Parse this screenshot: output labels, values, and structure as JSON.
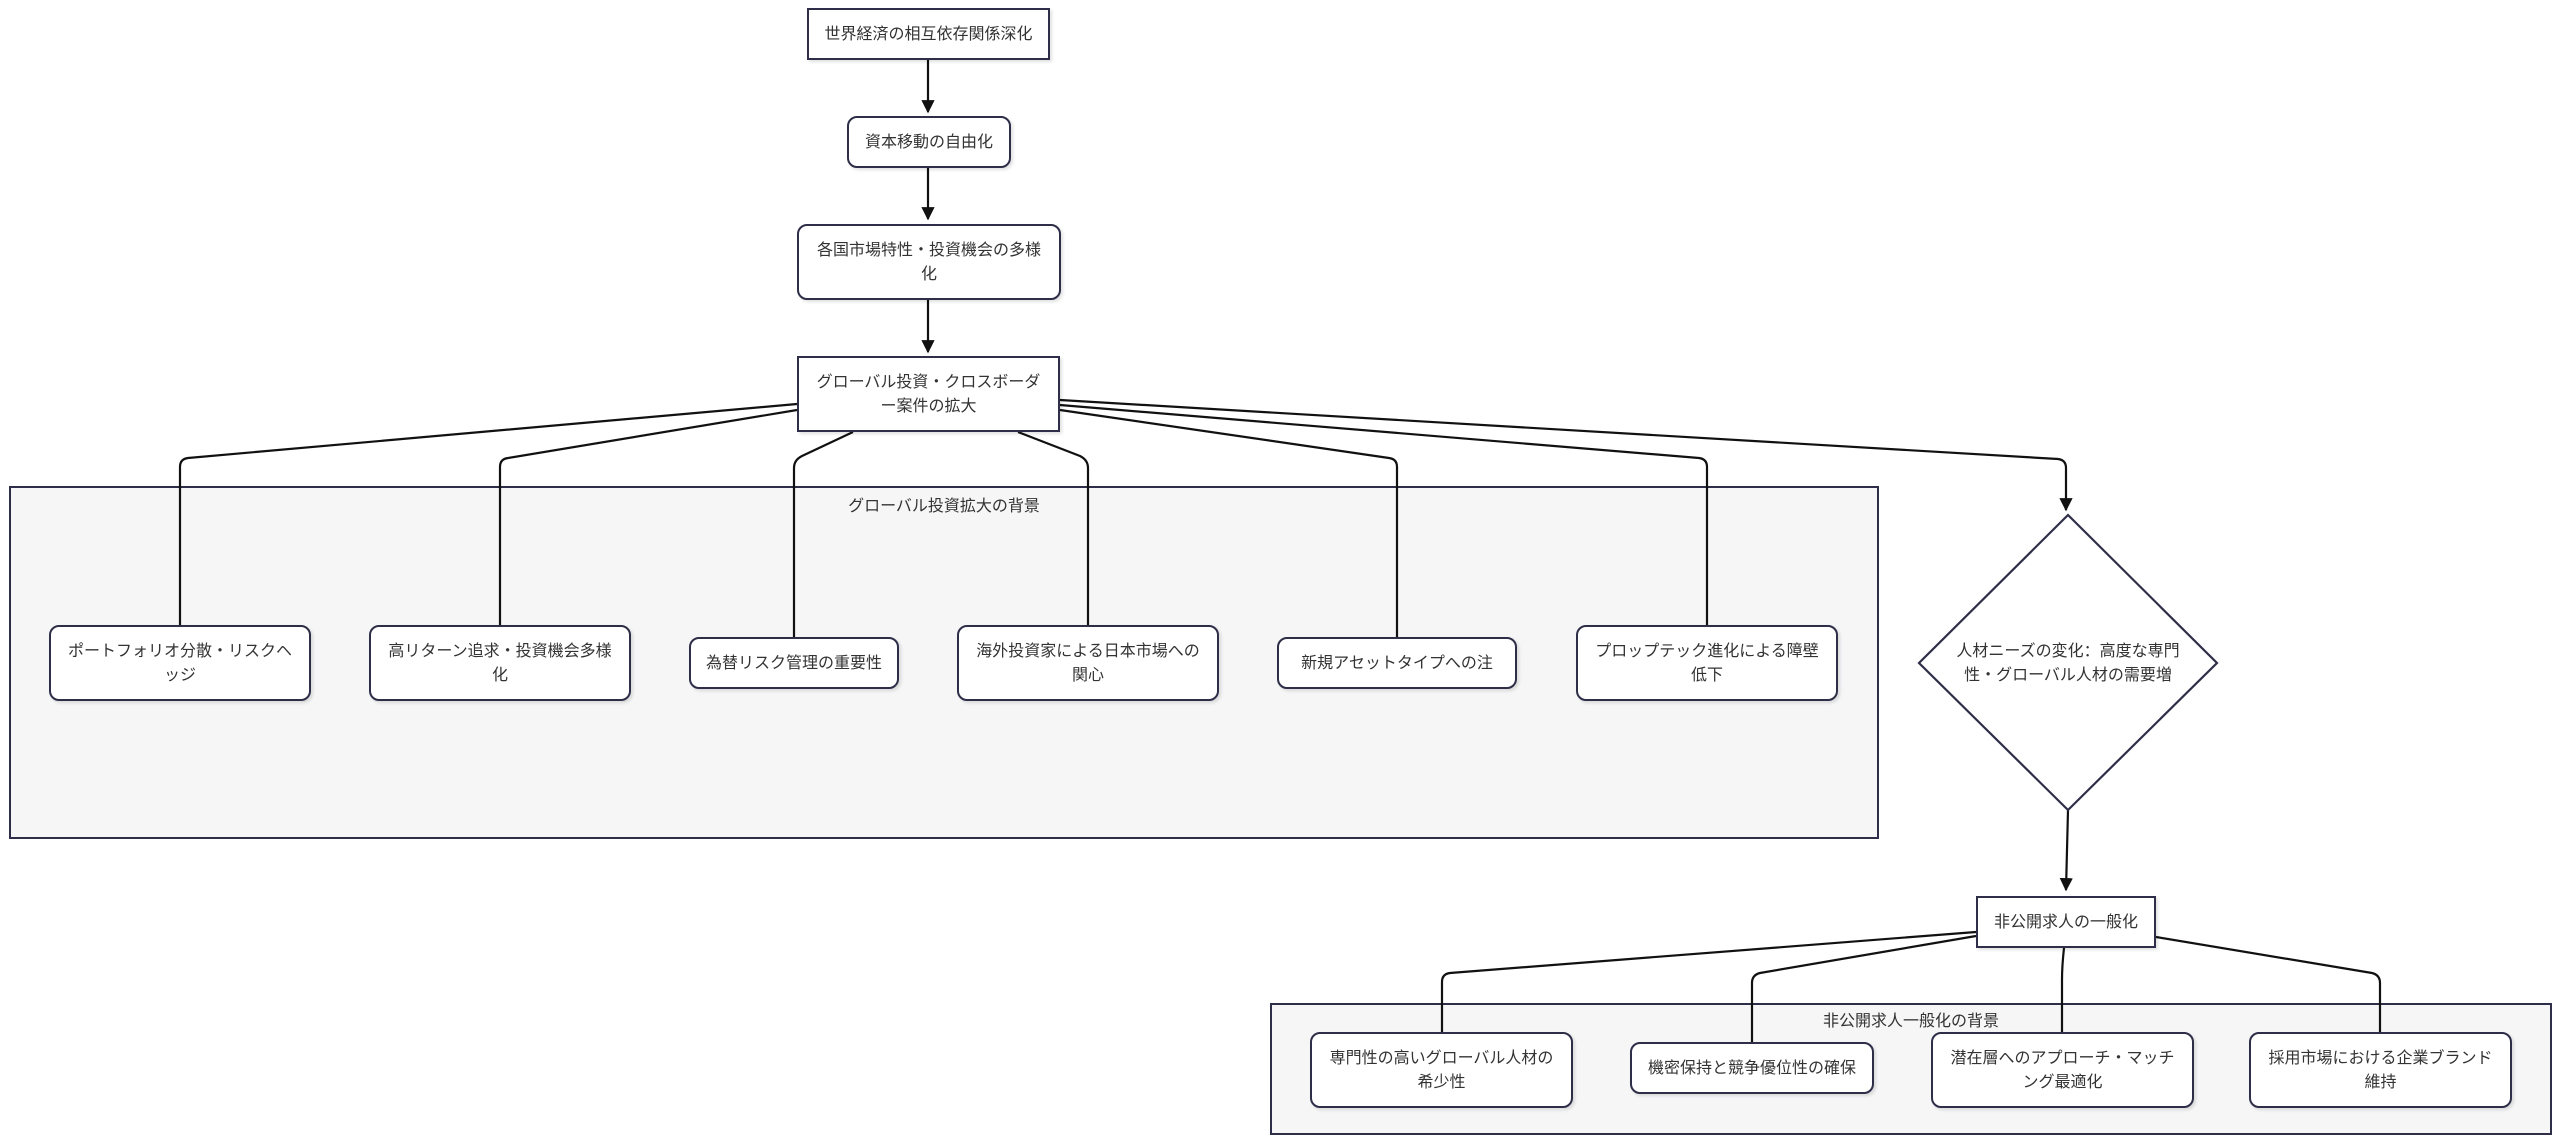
{
  "clusters": {
    "global": {
      "label": "グローバル投資拡大の背景"
    },
    "private": {
      "label": "非公開求人一般化の背景"
    }
  },
  "nodes": {
    "n1": "世界経済の相互依存関係深化",
    "n2": "資本移動の自由化",
    "n3": "各国市場特性・投資機会の多様化",
    "n4": "グローバル投資・クロスボーダー案件の拡大",
    "g1": "ポートフォリオ分散・リスクヘッジ",
    "g2": "高リターン追求・投資機会多様化",
    "g3": "為替リスク管理の重要性",
    "g4": "海外投資家による日本市場への関心",
    "g5": "新規アセットタイプへの注",
    "g6": "プロップテック進化による障壁低下",
    "d1": "人材ニーズの変化：高度な専門性・グローバル人材の需要増",
    "n5": "非公開求人の一般化",
    "p1": "専門性の高いグローバル人材の希少性",
    "p2": "機密保持と競争優位性の確保",
    "p3": "潜在層へのアプローチ・マッチング最適化",
    "p4": "採用市場における企業ブランド維持"
  },
  "colors": {
    "border": "#2e2e48",
    "cluster_fill": "#f6f6f7",
    "node_fill": "#ffffff",
    "edge": "#111111",
    "text": "#333333"
  }
}
